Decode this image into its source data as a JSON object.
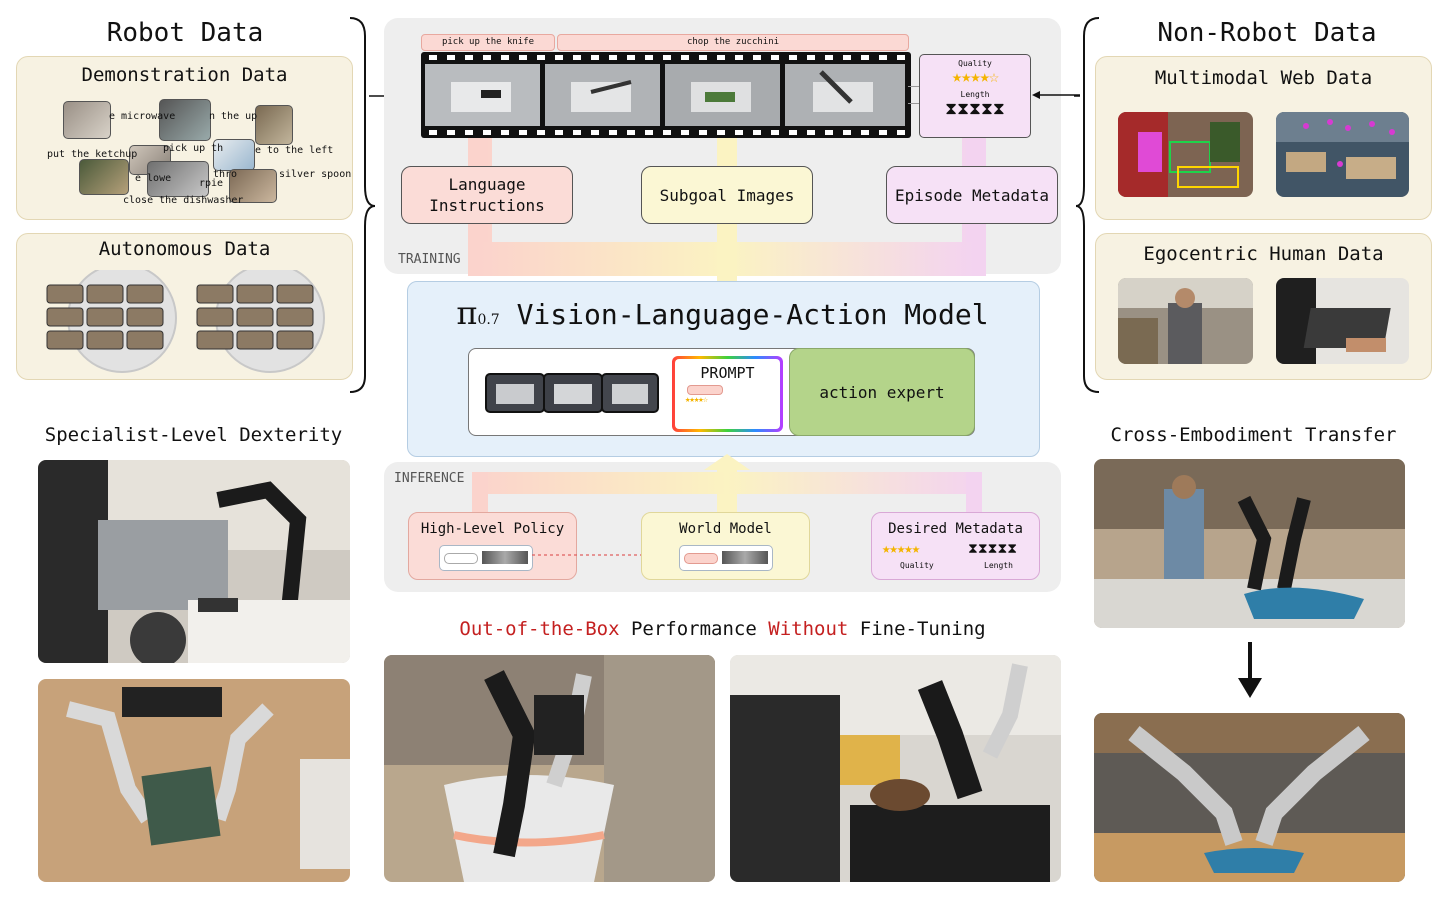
{
  "left": {
    "title": "Robot Data",
    "demo": {
      "title": "Demonstration Data",
      "phrases": [
        "e microwave",
        "n the up",
        "pick up th",
        "put the ketchup",
        "e to the left",
        "thro",
        "silver spoon",
        "e lowe",
        "rpie",
        "close the dishwasher"
      ]
    },
    "auto": {
      "title": "Autonomous Data"
    }
  },
  "right": {
    "title": "Non-Robot Data",
    "web": {
      "title": "Multimodal Web Data"
    },
    "ego": {
      "title": "Egocentric Human Data"
    }
  },
  "training": {
    "label": "TRAINING",
    "tags": [
      "pick up the knife",
      "chop the zucchini"
    ],
    "metadata_card": {
      "quality_label": "Quality",
      "length_label": "Length",
      "quality_stars": "★★★★☆",
      "length_icons": "⧗⧗⧗⧗⧗"
    },
    "boxes": {
      "language": "Language Instructions",
      "subgoal": "Subgoal Images",
      "episode": "Episode Metadata"
    }
  },
  "model": {
    "pi_symbol": "π",
    "pi_sub": "0.7",
    "title": "Vision-Language-Action Model",
    "prompt": "PROMPT",
    "prompt_stars": "★★★★☆",
    "action_expert": "action expert"
  },
  "inference": {
    "label": "INFERENCE",
    "high_level": "High-Level Policy",
    "world_model": "World Model",
    "desired": "Desired Metadata",
    "quality_label": "Quality",
    "length_label": "Length",
    "quality_stars": "★★★★★",
    "length_icons": "⧗⧗⧗⧗⧗"
  },
  "captions": {
    "dexterity": "Specialist-Level Dexterity",
    "oob_part1": "Out-of-the-Box",
    "oob_part2": " Performance ",
    "oob_part3": "Without",
    "oob_part4": " Fine-Tuning",
    "cross": "Cross-Embodiment Transfer"
  },
  "colors": {
    "panel_bg": "#f7f2e2",
    "training_bg": "#eeeeee",
    "model_bg": "#e5f0fa",
    "language_bg": "#fbdcd7",
    "subgoal_bg": "#fbf7d4",
    "episode_bg": "#f6e1f6",
    "action_expert_bg": "#b4d48a",
    "highlight_red": "#c42020"
  }
}
